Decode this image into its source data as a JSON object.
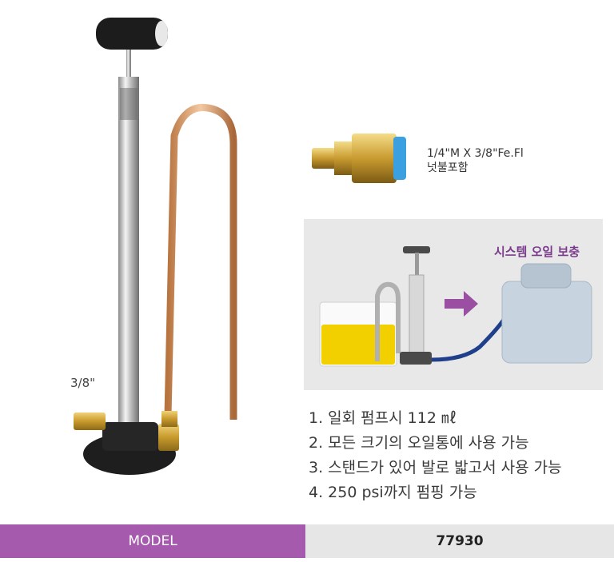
{
  "pump": {
    "size_label": "3/8\""
  },
  "nut": {
    "spec_line1": "1/4\"M X 3/8\"Fe.Fl",
    "spec_line2": "넛불포함"
  },
  "diagram": {
    "title": "시스템 오일 보충"
  },
  "features": [
    "1. 일회 펌프시 112 ㎖",
    "2. 모든 크기의 오일통에 사용 가능",
    "3. 스탠드가 있어 발로 밟고서 사용 가능",
    "4. 250 psi까지 펌핑 가능"
  ],
  "spec_table": {
    "model_label": "MODEL",
    "model_value": "77930"
  },
  "colors": {
    "accent_purple": "#a65aad",
    "oil_yellow": "#f2d000",
    "hose_blue": "#1f3f8a"
  }
}
